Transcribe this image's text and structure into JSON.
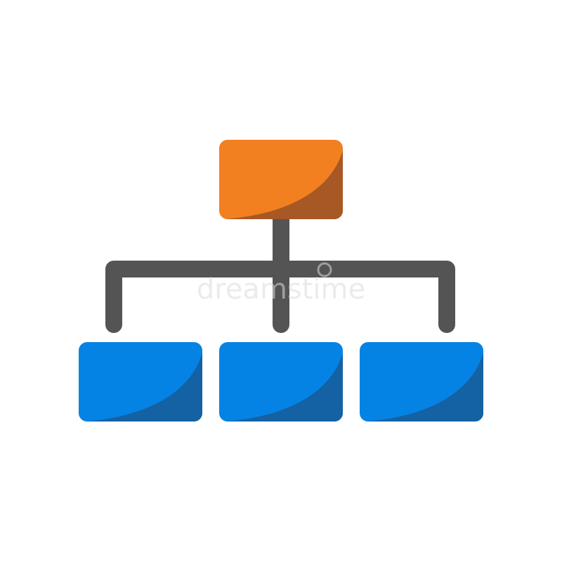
{
  "diagram": {
    "type": "hierarchy-icon",
    "colors": {
      "background": "#ffffff",
      "connector": "#545454",
      "root_fill": "#f27f20",
      "root_shade": "#a75824",
      "child_fill": "#0583e5",
      "child_shade": "#1461a3",
      "watermark": "#dcdcdc"
    },
    "nodes": [
      {
        "id": "root",
        "level": 0
      },
      {
        "id": "child-1",
        "level": 1
      },
      {
        "id": "child-2",
        "level": 1
      },
      {
        "id": "child-3",
        "level": 1
      }
    ],
    "edges": [
      {
        "from": "root",
        "to": "child-1"
      },
      {
        "from": "root",
        "to": "child-2"
      },
      {
        "from": "root",
        "to": "child-3"
      }
    ],
    "watermark_text": "dreamstime"
  }
}
